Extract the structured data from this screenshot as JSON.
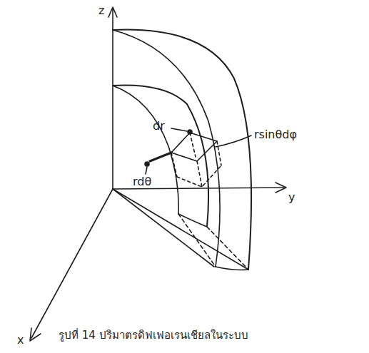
{
  "diagram": {
    "caption": "รูปที่ 14 ปริมาตรดิฟเฟอเรนเชียลในระบบ",
    "labels": [
      "z",
      "dr",
      "rsinθdφ",
      "rdθ",
      "y",
      "x"
    ]
  }
}
